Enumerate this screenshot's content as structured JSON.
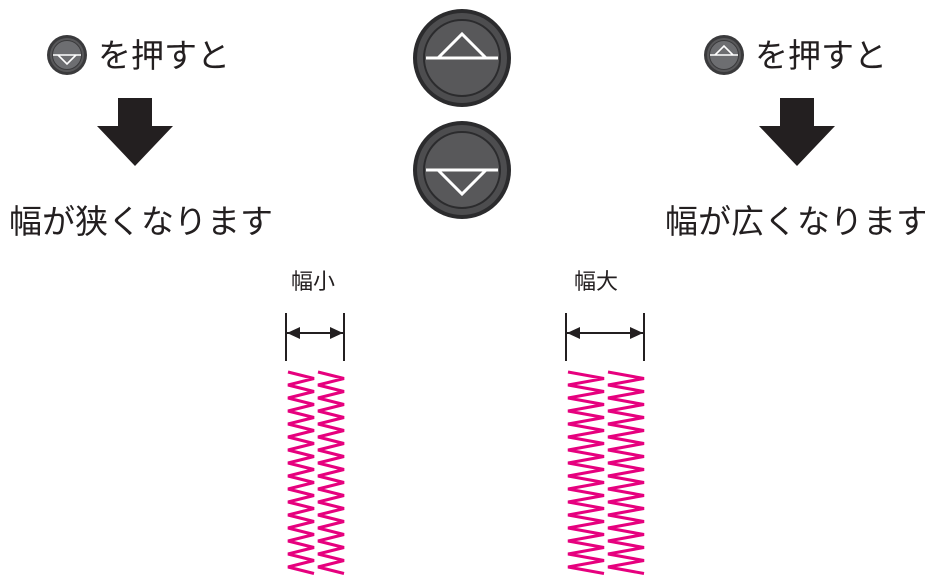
{
  "left_panel": {
    "instruction": "を押すと",
    "result": "幅が狭くなります",
    "button_icon": "down-triangle-button-icon"
  },
  "right_panel": {
    "instruction": "を押すと",
    "result": "幅が広くなります",
    "button_icon": "up-triangle-button-icon"
  },
  "center_buttons": {
    "up_icon": "up-triangle-button-icon",
    "down_icon": "down-triangle-button-icon",
    "button_color": "#4d4d4f"
  },
  "stitch_samples": {
    "narrow_label": "幅小",
    "wide_label": "幅大",
    "stitch_color": "#e6007e"
  }
}
